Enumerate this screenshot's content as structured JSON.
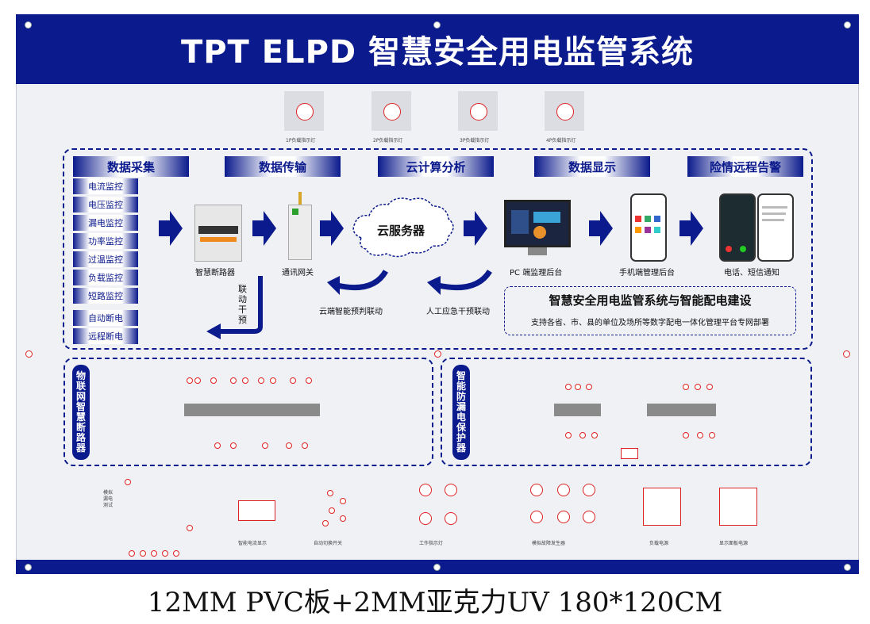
{
  "title": "TPT ELPD 智慧安全用电监管系统",
  "indicators": [
    "1P负载指示灯",
    "2P负载指示灯",
    "3P负载指示灯",
    "4P负载指示灯"
  ],
  "sections": [
    "数据采集",
    "数据传输",
    "云计算分析",
    "数据显示",
    "险情远程告警"
  ],
  "monitors": [
    "电流监控",
    "电压监控",
    "漏电监控",
    "功率监控",
    "过温监控",
    "负载监控",
    "短路监控"
  ],
  "actions": [
    "自动断电",
    "远程断电"
  ],
  "devices": {
    "breaker": "智慧断路器",
    "gateway": "通讯网关",
    "cloud": "云服务器",
    "pc": "PC 端监理后台",
    "mobile": "手机端管理后台",
    "alert": "电话、短信通知"
  },
  "flows": {
    "linkage": "联动干预",
    "cloud_predict": "云端智能预判联动",
    "manual": "人工应急干预联动"
  },
  "promo": {
    "heading": "智慧安全用电监管系统与智能配电建设",
    "sub": "支持各省、市、县的单位及场所等数字配电一体化管理平台专网部署"
  },
  "panels": {
    "iot_breaker": "物联网智慧断路器",
    "leak_protector": "智能防漏电保护器"
  },
  "bottom_labels": [
    "模拟漏电测试",
    "智能电流显示",
    "自动切换开关",
    "工作指示灯",
    "模拟故障发生器",
    "负载电源",
    "显示面板电源"
  ],
  "footer": "12MM PVC板+2MM亚克力UV 180*120CM",
  "colors": {
    "primary": "#0b1a8c",
    "accent_red": "#d22222"
  }
}
